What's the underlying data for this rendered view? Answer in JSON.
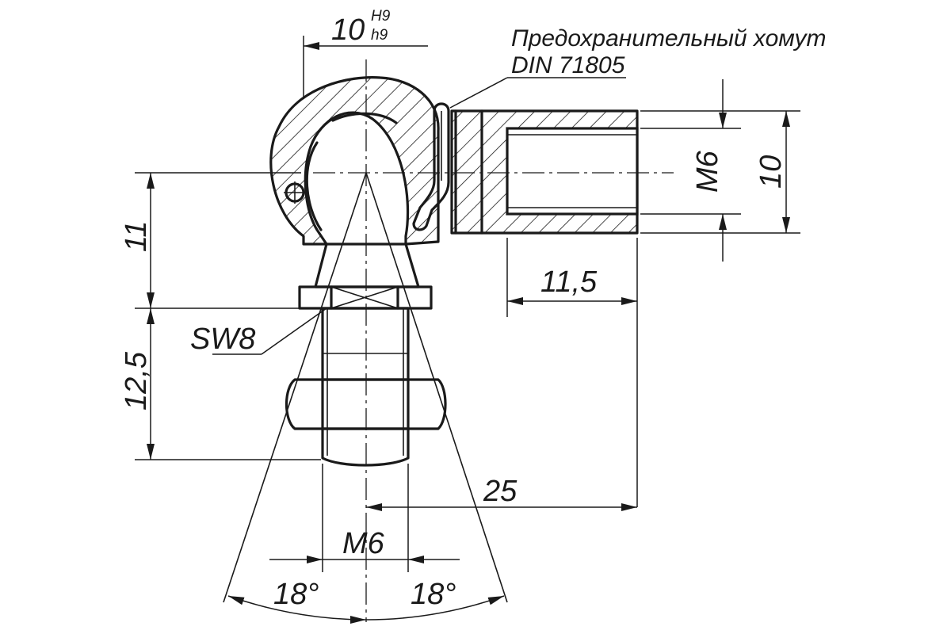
{
  "note": {
    "line1": "Предохранительный хомут",
    "line2": "DIN 71805"
  },
  "dims": {
    "bore_main": "10",
    "bore_upper_tol": "H9",
    "bore_lower_tol": "h9",
    "thread_right": "M6",
    "outer_right": "10",
    "height_11": "11",
    "len_11_5": "11,5",
    "wrench": "SW8",
    "height_12_5": "12,5",
    "len_25": "25",
    "thread_bottom": "M6",
    "angle_left": "18°",
    "angle_right": "18°"
  }
}
